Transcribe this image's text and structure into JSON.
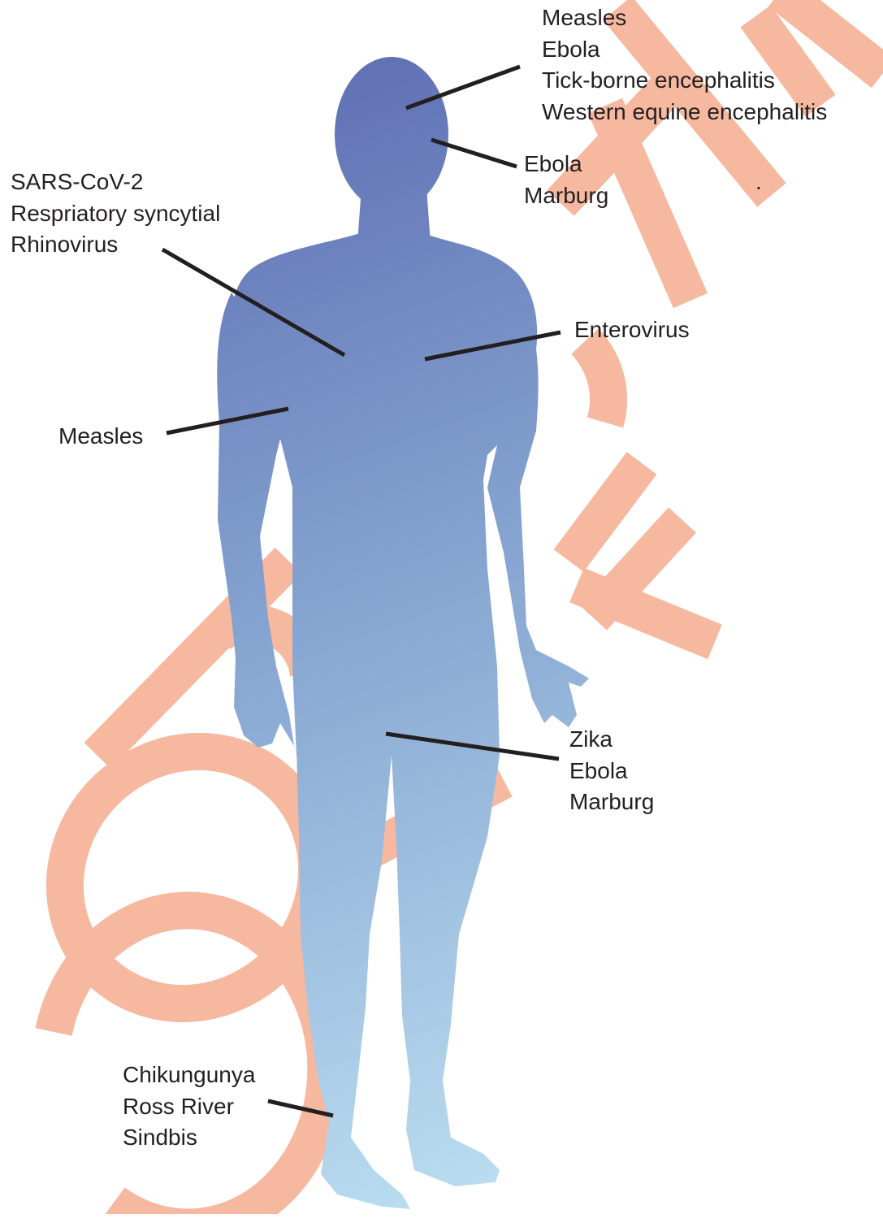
{
  "diagram": {
    "figure": "human-body-silhouette",
    "colors": {
      "body_gradient_start": "#5f6fb3",
      "body_gradient_mid": "#86a5d1",
      "body_gradient_end": "#bfe2f3",
      "leader_lines": "#231f20",
      "label_text": "#231f20",
      "watermark": "#f6b59a"
    },
    "watermark": {
      "text": "COPY OF EL"
    },
    "labels": {
      "head_top": [
        "Measles",
        "Ebola",
        "Tick-borne encephalitis",
        "Western equine encephalitis"
      ],
      "head_eye": [
        "Ebola",
        "Marburg"
      ],
      "respiratory": [
        "SARS-CoV-2",
        "Respriatory syncytial",
        "Rhinovirus"
      ],
      "heart": [
        "Enterovirus"
      ],
      "skin": [
        "Measles"
      ],
      "reproductive": [
        "Zika",
        "Ebola",
        "Marburg"
      ],
      "joints": [
        "Chikungunya",
        "Ross River",
        "Sindbis"
      ]
    },
    "stray_mark": "."
  }
}
